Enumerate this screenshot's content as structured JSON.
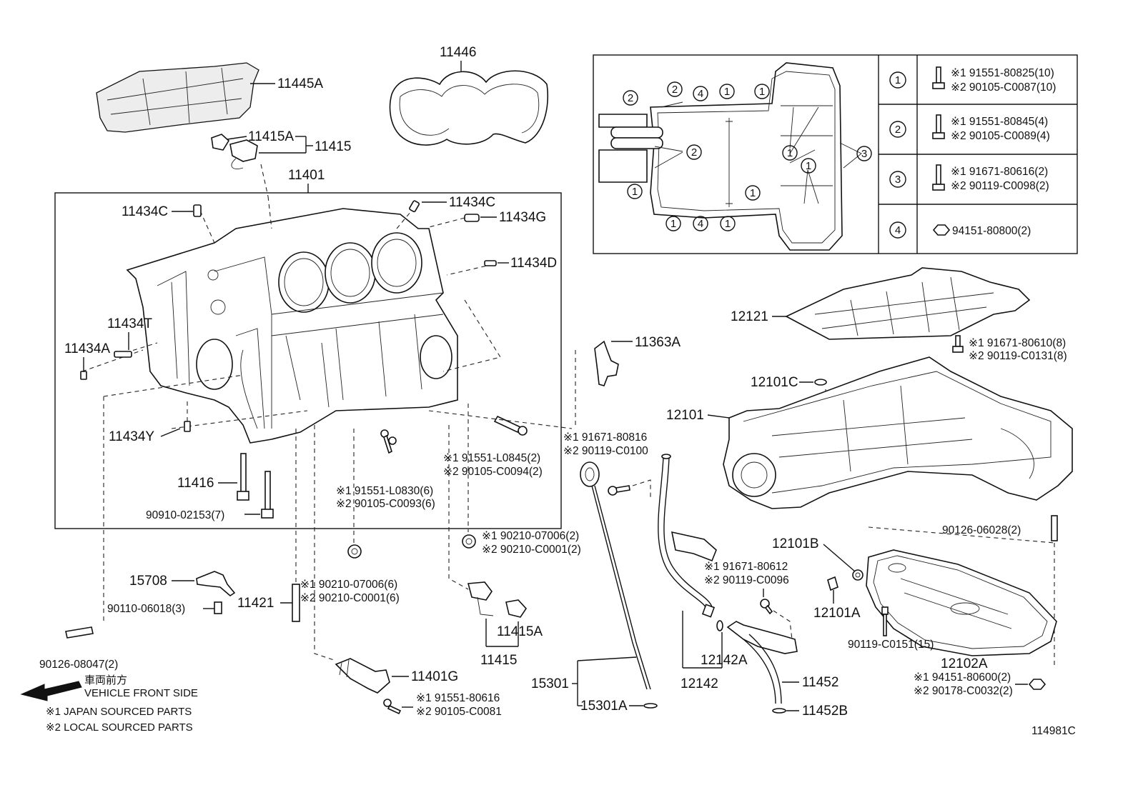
{
  "labels": {
    "p11445A": "11445A",
    "p11446": "11446",
    "p11415A_top": "11415A",
    "p11415_top": "11415",
    "p11401": "11401",
    "p11434C_left": "11434C",
    "p11434C_right": "11434C",
    "p11434G": "11434G",
    "p11434D": "11434D",
    "p11434T": "11434T",
    "p11434A": "11434A",
    "p11434Y": "11434Y",
    "p11416": "11416",
    "p90910": "90910-02153(7)",
    "p11363A": "11363A",
    "p12121": "12121",
    "p12101C": "12101C",
    "p12101": "12101",
    "p12101B": "12101B",
    "p12101A": "12101A",
    "p90126_06028": "90126-06028(2)",
    "p90119_C0151": "90119-C0151(15)",
    "p12102A": "12102A",
    "p15708": "15708",
    "p90110": "90110-06018(3)",
    "p11421": "11421",
    "p90126_08047": "90126-08047(2)",
    "p11415A_bot": "11415A",
    "p11415_bot": "11415",
    "p11401G": "11401G",
    "p15301": "15301",
    "p15301A": "15301A",
    "p12142A": "12142A",
    "p12142": "12142",
    "p11452": "11452",
    "p11452B": "11452B",
    "diagram_id": "114981C"
  },
  "dual_parts": {
    "bolt_12121_1": "※1 91671-80610(8)",
    "bolt_12121_2": "※2 90119-C0131(8)",
    "bolt_L0845_1": "※1 91551-L0845(2)",
    "bolt_L0845_2": "※2 90105-C0094(2)",
    "bolt_L0830_1": "※1 91551-L0830(6)",
    "bolt_L0830_2": "※2 90105-C0093(6)",
    "gasket_07006_a1": "※1 90210-07006(2)",
    "gasket_07006_a2": "※2 90210-C0001(2)",
    "gasket_07006_b1": "※1 90210-07006(6)",
    "gasket_07006_b2": "※2 90210-C0001(6)",
    "bolt_80816_1": "※1 91671-80816",
    "bolt_80816_2": "※2 90119-C0100",
    "bolt_80612_1": "※1 91671-80612",
    "bolt_80612_2": "※2 90119-C0096",
    "bolt_80616_1": "※1 91551-80616",
    "bolt_80616_2": "※2 90105-C0081",
    "nut_80600_1": "※1 94151-80600(2)",
    "nut_80600_2": "※2 90178-C0032(2)"
  },
  "inset_table": {
    "rows": [
      {
        "num": "1",
        "line1": "※1 91551-80825(10)",
        "line2": "※2 90105-C0087(10)",
        "icon": "bolt-icon"
      },
      {
        "num": "2",
        "line1": "※1 91551-80845(4)",
        "line2": "※2 90105-C0089(4)",
        "icon": "bolt-icon"
      },
      {
        "num": "3",
        "line1": "※1 91671-80616(2)",
        "line2": "※2 90119-C0098(2)",
        "icon": "bolt-icon"
      },
      {
        "num": "4",
        "line1": "94151-80800(2)",
        "line2": "",
        "icon": "nut-icon"
      }
    ]
  },
  "inset_callouts": [
    "2",
    "2",
    "4",
    "1",
    "1",
    "2",
    "1",
    "1",
    "3",
    "1",
    "1",
    "1",
    "4",
    "1"
  ],
  "legend": {
    "front_jp": "車両前方",
    "front_en": "VEHICLE FRONT SIDE",
    "note1": "※1 JAPAN SOURCED PARTS",
    "note2": "※2 LOCAL SOURCED PARTS",
    "arrow_icon": "arrow-left-icon"
  }
}
